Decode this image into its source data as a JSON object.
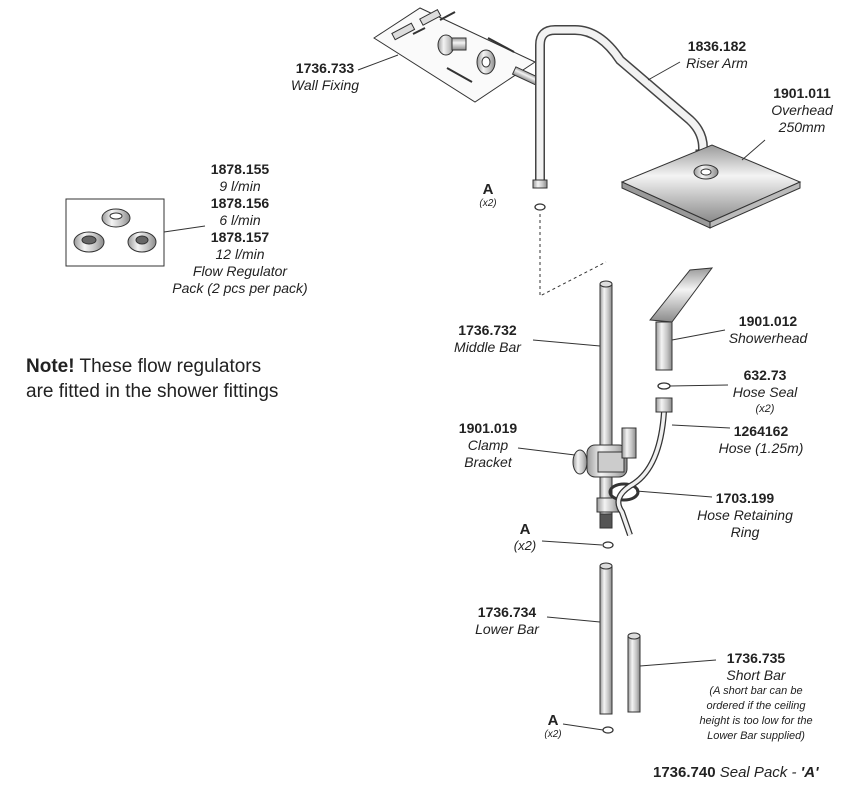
{
  "parts": {
    "wall_fixing": {
      "code": "1736.733",
      "name": "Wall Fixing"
    },
    "riser_arm": {
      "code": "1836.182",
      "name": "Riser Arm"
    },
    "overhead": {
      "code": "1901.011",
      "name": "Overhead",
      "size": "250mm"
    },
    "flow_regulators": {
      "items": [
        {
          "code": "1878.155",
          "rate": "9 l/min"
        },
        {
          "code": "1878.156",
          "rate": "6 l/min"
        },
        {
          "code": "1878.157",
          "rate": "12 l/min"
        }
      ],
      "name_line1": "Flow Regulator",
      "name_line2": "Pack (2 pcs per pack)"
    },
    "middle_bar": {
      "code": "1736.732",
      "name": "Middle Bar"
    },
    "showerhead": {
      "code": "1901.012",
      "name": "Showerhead"
    },
    "hose_seal": {
      "code": "632.73",
      "name": "Hose Seal",
      "qty": "(x2)"
    },
    "hose": {
      "code": "1264162",
      "name": "Hose (1.25m)"
    },
    "clamp_bracket": {
      "code": "1901.019",
      "name_line1": "Clamp",
      "name_line2": "Bracket"
    },
    "hose_retaining_ring": {
      "code": "1703.199",
      "name_line1": "Hose Retaining",
      "name_line2": "Ring"
    },
    "lower_bar": {
      "code": "1736.734",
      "name": "Lower Bar"
    },
    "short_bar": {
      "code": "1736.735",
      "name": "Short Bar",
      "note_lines": [
        "(A short bar can be",
        "ordered  if the ceiling",
        "height is too low for the",
        "Lower Bar supplied)"
      ]
    }
  },
  "seal_markers": [
    {
      "letter": "A",
      "qty": "(x2)"
    },
    {
      "letter": "A",
      "qty": "(x2)"
    },
    {
      "letter": "A",
      "qty": "(x2)"
    }
  ],
  "note": {
    "bold": "Note!",
    "text_line1": " These flow regulators",
    "text_line2": "are fitted in the shower fittings"
  },
  "footer": {
    "code": "1736.740",
    "text": " Seal Pack - ",
    "letter": "'A'"
  }
}
